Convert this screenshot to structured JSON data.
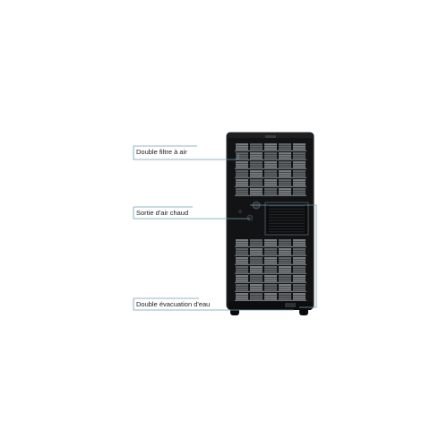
{
  "labels": {
    "air_filter": "Double filtre à air",
    "hot_air_outlet": "Sortie d'air chaud",
    "water_drain": "Double évacuation d'eau"
  },
  "colors": {
    "background": "#ffffff",
    "unit_body": "#121314",
    "unit_edge": "#2a2c2e",
    "grille": "#8a8f93",
    "callout_line": "#6f9fb4",
    "label_text": "#1c1c1c"
  }
}
